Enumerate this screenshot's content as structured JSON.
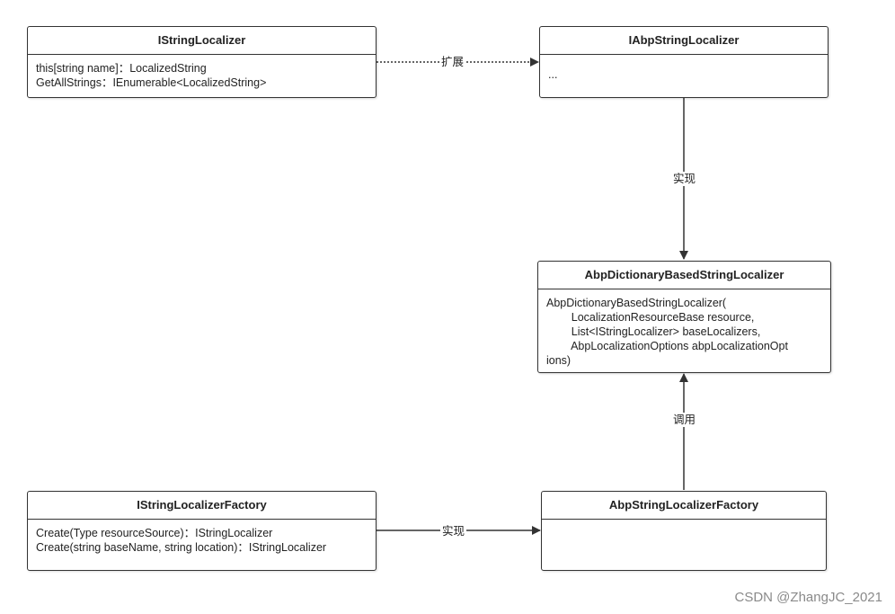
{
  "nodes": {
    "istringlocalizer": {
      "title": "IStringLocalizer",
      "body": "this[string name]：LocalizedString\nGetAllStrings：IEnumerable<LocalizedString>"
    },
    "iabpstringlocalizer": {
      "title": "IAbpStringLocalizer",
      "body": "..."
    },
    "abpdictionarybasedstringlocalizer": {
      "title": "AbpDictionaryBasedStringLocalizer",
      "body": "AbpDictionaryBasedStringLocalizer(\n        LocalizationResourceBase resource,\n        List<IStringLocalizer> baseLocalizers,\n        AbpLocalizationOptions abpLocalizationOpt\nions)"
    },
    "istringlocalizerfactory": {
      "title": "IStringLocalizerFactory",
      "body": "Create(Type resourceSource)：IStringLocalizer\nCreate(string baseName, string location)：IStringLocalizer"
    },
    "abpstringlocalizerfactory": {
      "title": "AbpStringLocalizerFactory",
      "body": ""
    }
  },
  "edges": {
    "extends": {
      "label": "扩展",
      "style": "dotted"
    },
    "implements_localizer": {
      "label": "实现",
      "style": "solid"
    },
    "calls": {
      "label": "调用",
      "style": "solid"
    },
    "implements_factory": {
      "label": "实现",
      "style": "solid"
    }
  },
  "watermark": "CSDN @ZhangJC_2021",
  "colors": {
    "line": "#333333",
    "border": "#333333",
    "watermark": "#8a8a8a"
  }
}
